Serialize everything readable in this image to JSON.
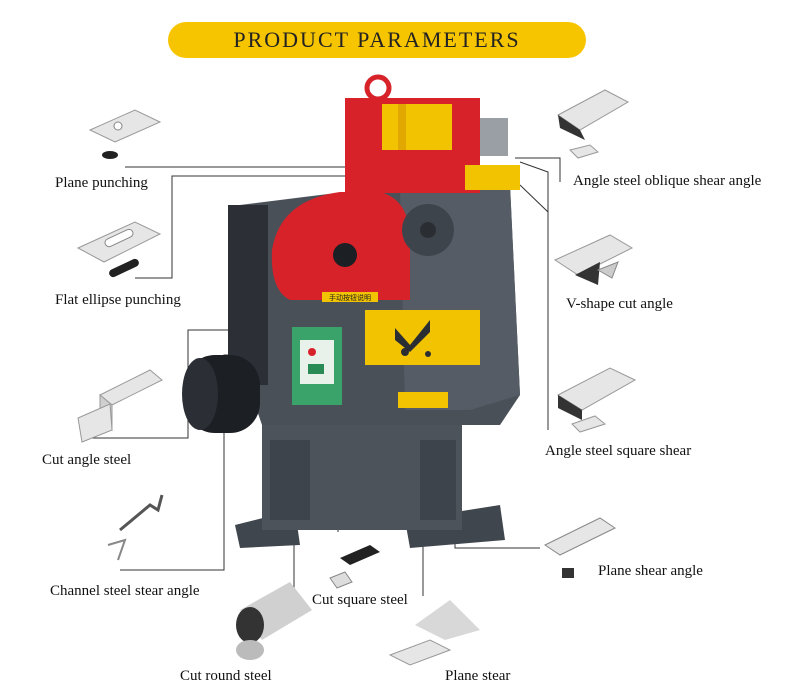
{
  "banner": {
    "title": "PRODUCT PARAMETERS"
  },
  "machine": {
    "panel_text": "手动按钮说明",
    "colors": {
      "body": "#4a5058",
      "guard": "#d8222a",
      "block": "#f2c300",
      "control_box": "#3aa36a",
      "motor": "#1c1f24"
    }
  },
  "labels": {
    "plane_punching": "Plane punching",
    "flat_ellipse_punching": "Flat ellipse punching",
    "cut_angle_steel": "Cut angle steel",
    "channel_steel_stear_angle": "Channel steel stear angle",
    "cut_round_steel": "Cut round steel",
    "cut_square_steel": "Cut square steel",
    "plane_stear": "Plane stear",
    "plane_shear_angle": "Plane shear angle",
    "angle_steel_square_shear": "Angle steel square shear",
    "v_shape_cut_angle": "V-shape cut angle",
    "angle_steel_oblique_shear_angle": "Angle steel oblique shear angle"
  }
}
